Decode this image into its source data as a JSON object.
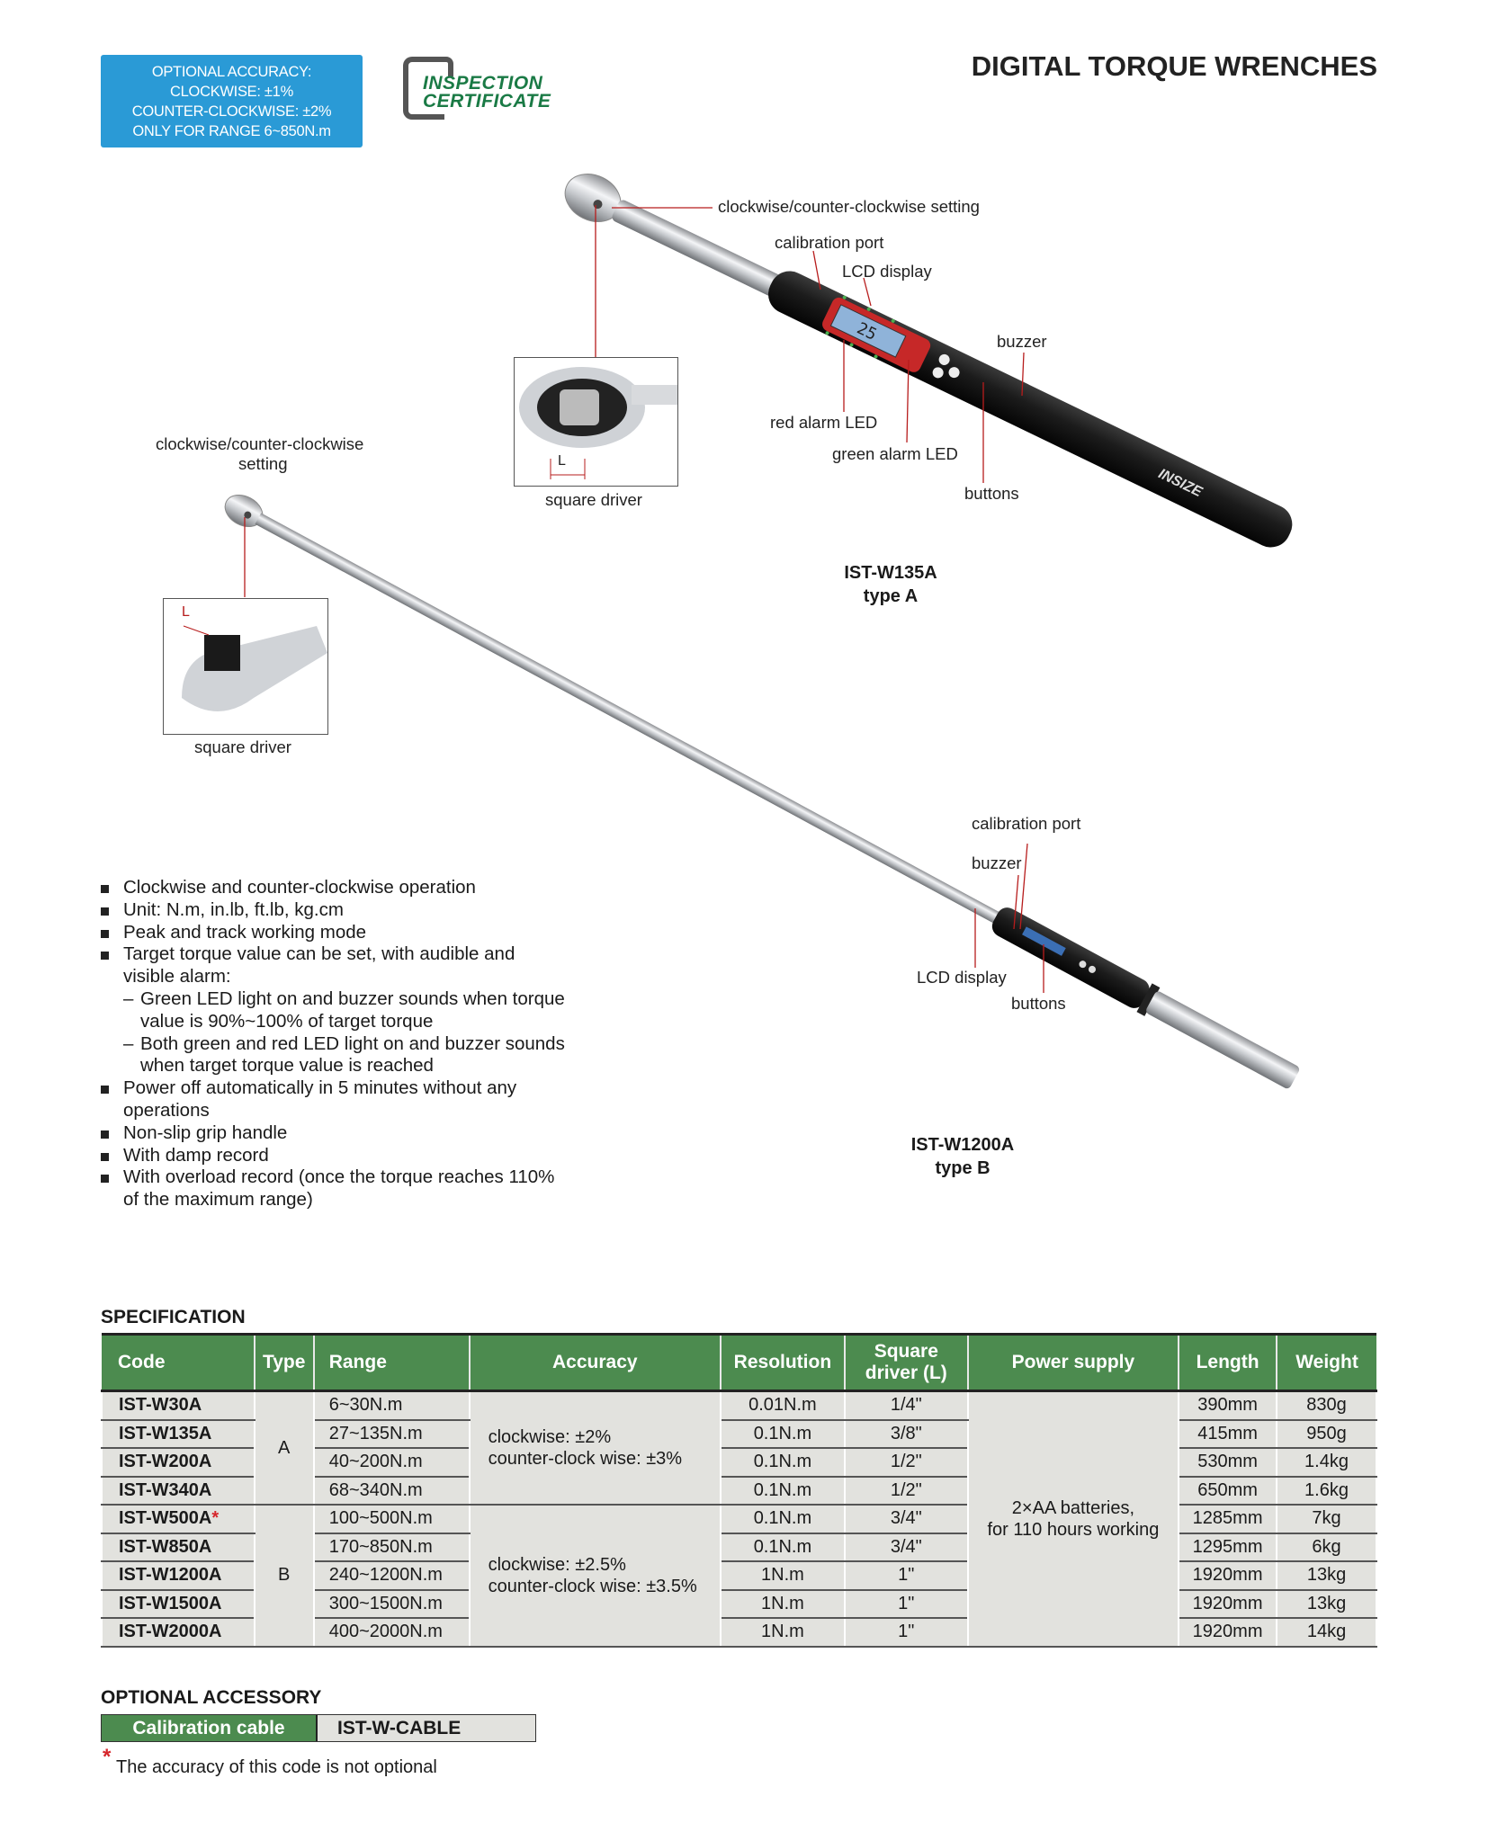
{
  "header": {
    "title": "DIGITAL TORQUE WRENCHES",
    "accuracy_badge": [
      "OPTIONAL ACCURACY:",
      "CLOCKWISE: ±1%",
      "COUNTER-CLOCKWISE: ±2%",
      "ONLY FOR RANGE 6~850N.m"
    ],
    "certificate_logo": [
      "INSPECTION",
      "CERTIFICATE"
    ]
  },
  "wrench_a": {
    "model": "IST-W135A",
    "type": "type A",
    "brand": "INSIZE",
    "lcd_value": "25",
    "labels": {
      "direction": "clockwise/counter-clockwise setting",
      "calibration_port": "calibration port",
      "lcd": "LCD display",
      "buzzer": "buzzer",
      "red_led": "red alarm LED",
      "green_led": "green alarm LED",
      "buttons": "buttons",
      "square_driver": "square driver",
      "dimension": "L"
    }
  },
  "wrench_b": {
    "model": "IST-W1200A",
    "type": "type B",
    "labels": {
      "direction_line1": "clockwise/counter-clockwise",
      "direction_line2": "setting",
      "calibration_port": "calibration port",
      "buzzer": "buzzer",
      "lcd": "LCD display",
      "buttons": "buttons",
      "square_driver": "square driver",
      "dimension": "L"
    }
  },
  "features": [
    {
      "text": "Clockwise and counter-clockwise operation"
    },
    {
      "text": "Unit: N.m, in.lb, ft.lb, kg.cm"
    },
    {
      "text": "Peak and track working mode"
    },
    {
      "text": "Target torque value can be set, with audible and visible alarm:",
      "sub": [
        "Green LED light on and buzzer sounds when torque value is  90%~100% of target torque",
        "Both green and red LED light on and buzzer sounds when target torque value is reached"
      ]
    },
    {
      "text": "Power off automatically in 5 minutes without any operations"
    },
    {
      "text": "Non-slip grip handle"
    },
    {
      "text": "With damp record"
    },
    {
      "text": "With overload record (once the torque reaches 110% of the maximum range)"
    }
  ],
  "specification": {
    "title": "SPECIFICATION",
    "headers": [
      "Code",
      "Type",
      "Range",
      "Accuracy",
      "Resolution",
      "Square driver (L)",
      "Power supply",
      "Length",
      "Weight"
    ],
    "type_groups": [
      {
        "type": "A",
        "accuracy": [
          "clockwise: ±2%",
          "counter-clock wise: ±3%"
        ]
      },
      {
        "type": "B",
        "accuracy": [
          "clockwise: ±2.5%",
          "counter-clock wise: ±3.5%"
        ]
      }
    ],
    "power_supply": [
      "2×AA batteries,",
      "for 110 hours working"
    ],
    "rows": [
      {
        "code": "IST-W30A",
        "range": "6~30N.m",
        "resolution": "0.01N.m",
        "square": "1/4\"",
        "length": "390mm",
        "weight": "830g"
      },
      {
        "code": "IST-W135A",
        "range": "27~135N.m",
        "resolution": "0.1N.m",
        "square": "3/8\"",
        "length": "415mm",
        "weight": "950g"
      },
      {
        "code": "IST-W200A",
        "range": "40~200N.m",
        "resolution": "0.1N.m",
        "square": "1/2\"",
        "length": "530mm",
        "weight": "1.4kg"
      },
      {
        "code": "IST-W340A",
        "range": "68~340N.m",
        "resolution": "0.1N.m",
        "square": "1/2\"",
        "length": "650mm",
        "weight": "1.6kg"
      },
      {
        "code": "IST-W500A",
        "marker": "*",
        "range": "100~500N.m",
        "resolution": "0.1N.m",
        "square": "3/4\"",
        "length": "1285mm",
        "weight": "7kg"
      },
      {
        "code": "IST-W850A",
        "range": "170~850N.m",
        "resolution": "0.1N.m",
        "square": "3/4\"",
        "length": "1295mm",
        "weight": "6kg"
      },
      {
        "code": "IST-W1200A",
        "range": "240~1200N.m",
        "resolution": "1N.m",
        "square": "1\"",
        "length": "1920mm",
        "weight": "13kg"
      },
      {
        "code": "IST-W1500A",
        "range": "300~1500N.m",
        "resolution": "1N.m",
        "square": "1\"",
        "length": "1920mm",
        "weight": "13kg"
      },
      {
        "code": "IST-W2000A",
        "range": "400~2000N.m",
        "resolution": "1N.m",
        "square": "1\"",
        "length": "1920mm",
        "weight": "14kg"
      }
    ]
  },
  "accessory": {
    "title": "OPTIONAL ACCESSORY",
    "name": "Calibration cable",
    "code": "IST-W-CABLE"
  },
  "footnote": {
    "marker": "*",
    "text": "The accuracy of  this code is not optional"
  },
  "colors": {
    "badge_blue": "#2a9ad6",
    "header_green": "#4c8b4f",
    "cert_green": "#1a7a45",
    "cell_gray": "#e2e2de",
    "asterisk_red": "#d6262b"
  }
}
